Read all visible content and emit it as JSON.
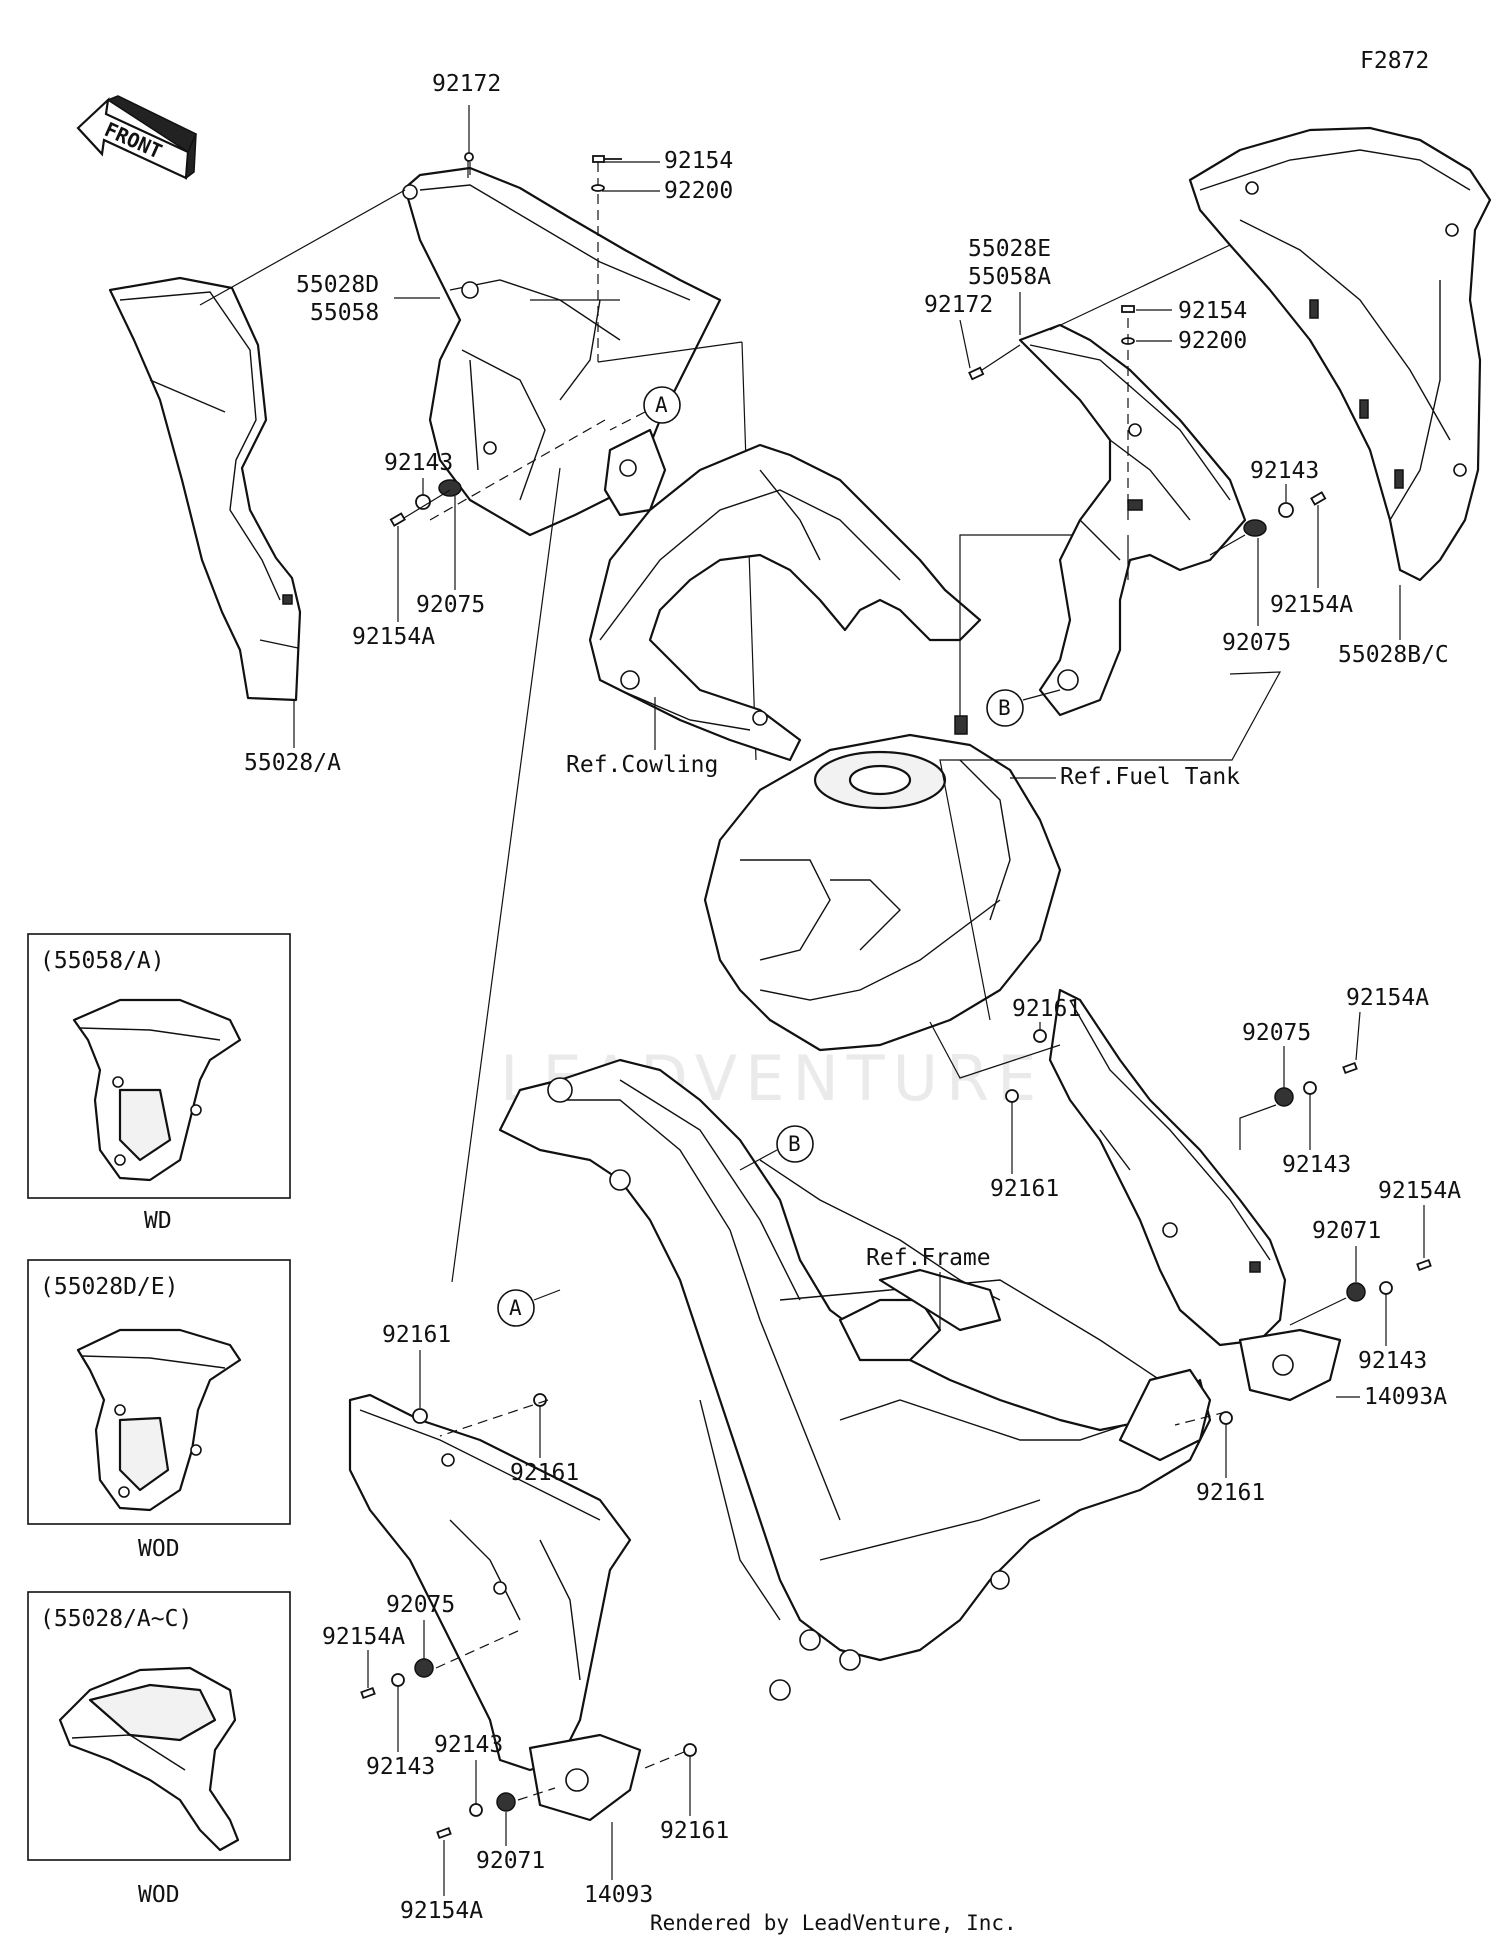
{
  "figure_code": "F2872",
  "front_label": "FRONT",
  "watermark": "LEADVENTURE",
  "footer": "Rendered by LeadVenture, Inc.",
  "parts": {
    "p92172_a": "92172",
    "p92154_a": "92154",
    "p92200_a": "92200",
    "p55028D": "55028D",
    "p55058": "55058",
    "p92143_a": "92143",
    "p92075_a": "92075",
    "p92154A_a": "92154A",
    "p55028_A": "55028/A",
    "p55028E": "55028E",
    "p55058A": "55058A",
    "p92172_b": "92172",
    "p92154_b": "92154",
    "p92200_b": "92200",
    "p92143_b": "92143",
    "p92154A_b": "92154A",
    "p92075_b": "92075",
    "p55028B_C": "55028B/C",
    "p92161_a": "92161",
    "p92154A_c": "92154A",
    "p92075_c": "92075",
    "p92161_b": "92161",
    "p92143_c": "92143",
    "p92154A_d": "92154A",
    "p92071_a": "92071",
    "p92143_d": "92143",
    "p14093A": "14093A",
    "p92161_c": "92161",
    "p92161_d": "92161",
    "p92161_e": "92161",
    "p92075_d": "92075",
    "p92154A_e": "92154A",
    "p92143_e": "92143",
    "p92143_f": "92143",
    "p92161_f": "92161",
    "p92154A_f": "92154A",
    "p92071_b": "92071",
    "p14093": "14093"
  },
  "refs": {
    "cowling": "Ref.Cowling",
    "fuel_tank": "Ref.Fuel Tank",
    "frame": "Ref.Frame"
  },
  "markers": {
    "a": "A",
    "b": "B"
  },
  "insets": [
    {
      "title": "(55058/A)",
      "caption": "WD"
    },
    {
      "title": "(55028D/E)",
      "caption": "WOD"
    },
    {
      "title": "(55028/A~C)",
      "caption": "WOD"
    }
  ]
}
